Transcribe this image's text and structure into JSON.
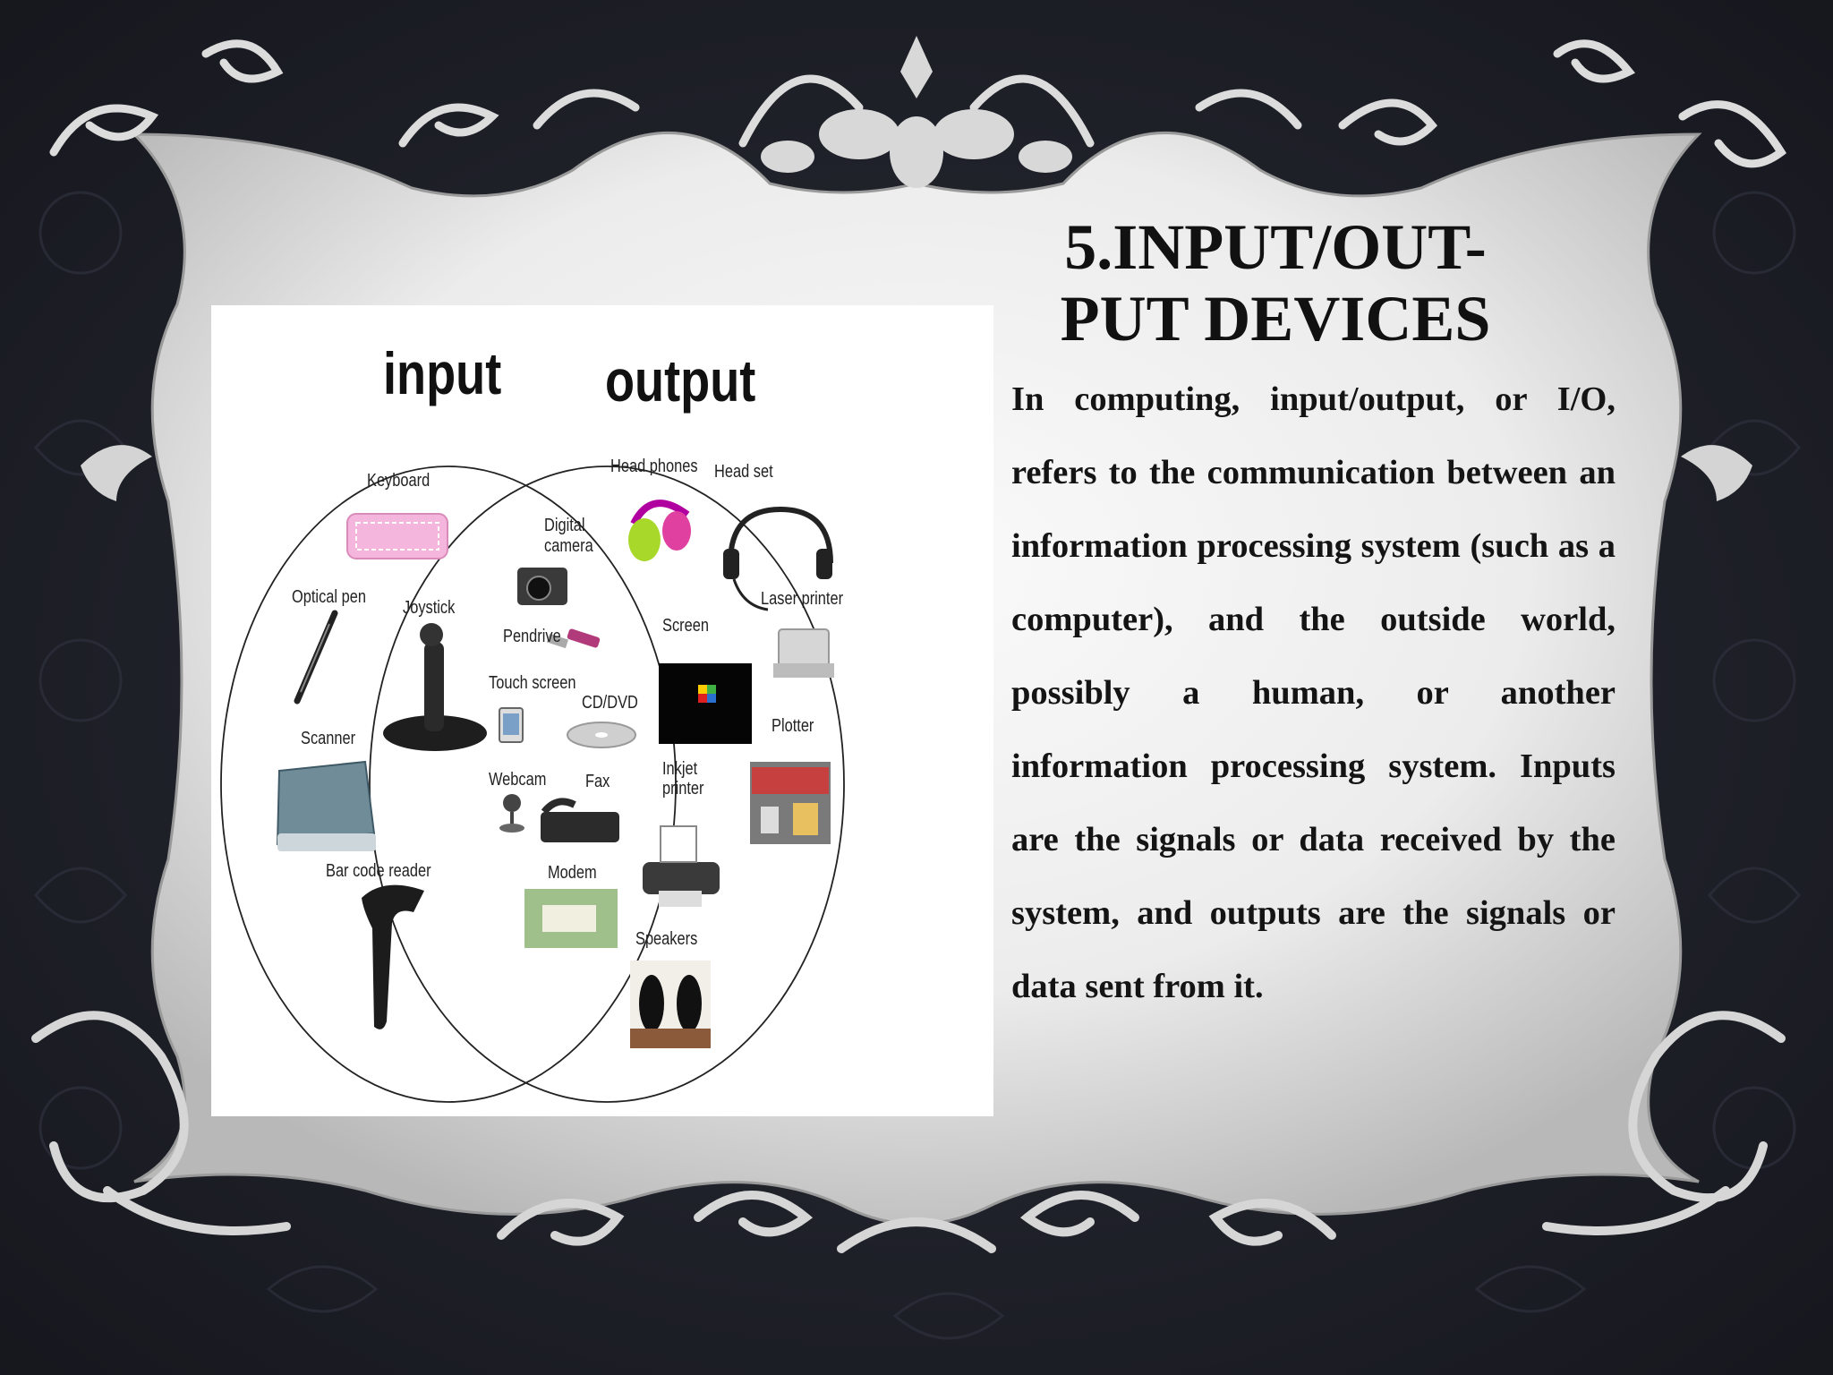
{
  "slide": {
    "title_line1": "5.INPUT/OUT-",
    "title_line2": "PUT DEVICES",
    "body": "In computing, input/output, or I/O, refers to the communication between an information processing system (such as a computer), and the outside world, possibly a human, or another information processing system. Inputs are the signals or data received by the system, and outputs are the signals or data sent from it."
  },
  "diagram": {
    "input_heading": "input",
    "output_heading": "output",
    "input_items": {
      "keyboard": "Keyboard",
      "optical_pen": "Optical pen",
      "joystick": "Joystick",
      "scanner": "Scanner",
      "bar_code_reader": "Bar code reader"
    },
    "both_items": {
      "digital_camera_1": "Digital",
      "digital_camera_2": "camera",
      "pendrive": "Pendrive",
      "touch_screen": "Touch screen",
      "cd_dvd": "CD/DVD",
      "webcam": "Webcam",
      "fax": "Fax",
      "modem": "Modem"
    },
    "output_items": {
      "head_phones": "Head phones",
      "head_set": "Head set",
      "screen": "Screen",
      "laser_printer": "Laser printer",
      "plotter": "Plotter",
      "inkjet_printer_1": "Inkjet",
      "inkjet_printer_2": "printer",
      "speakers": "Speakers"
    }
  },
  "colors": {
    "background": "#1c1e26",
    "frame": "#e8e8e8",
    "text": "#141414"
  }
}
